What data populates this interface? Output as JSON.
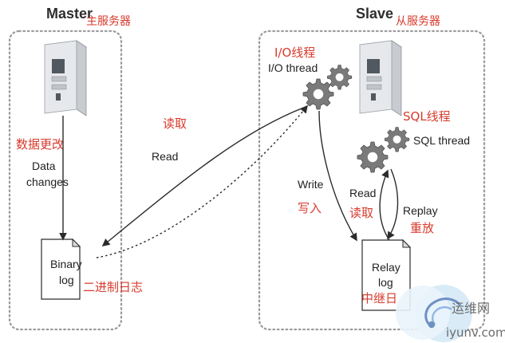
{
  "master": {
    "title": "Master",
    "title_cn": "主服务器",
    "data_changes_cn": "数据更改",
    "data_changes_line1": "Data",
    "data_changes_line2": "changes",
    "binary_log_line1": "Binary",
    "binary_log_line2": "log",
    "binary_log_cn": "二进制日志"
  },
  "slave": {
    "title": "Slave",
    "title_cn": "从服务器",
    "io_thread_cn": "I/O线程",
    "io_thread": "I/O thread",
    "sql_thread_cn": "SQL线程",
    "sql_thread": "SQL thread",
    "write": "Write",
    "write_cn": "写入",
    "read": "Read",
    "read_cn": "读取",
    "replay": "Replay",
    "replay_cn": "重放",
    "relay_log_line1": "Relay",
    "relay_log_line2": "log",
    "relay_log_cn": "中继日"
  },
  "link": {
    "read_cn": "读取",
    "read": "Read"
  },
  "watermark": {
    "site_cn": "运维网",
    "domain": "iyunv.com"
  },
  "colors": {
    "label_red": "#d83a2c",
    "label_black": "#1f1f1f",
    "box_border": "#9c9c9c",
    "gear": "#7a7a7a"
  }
}
